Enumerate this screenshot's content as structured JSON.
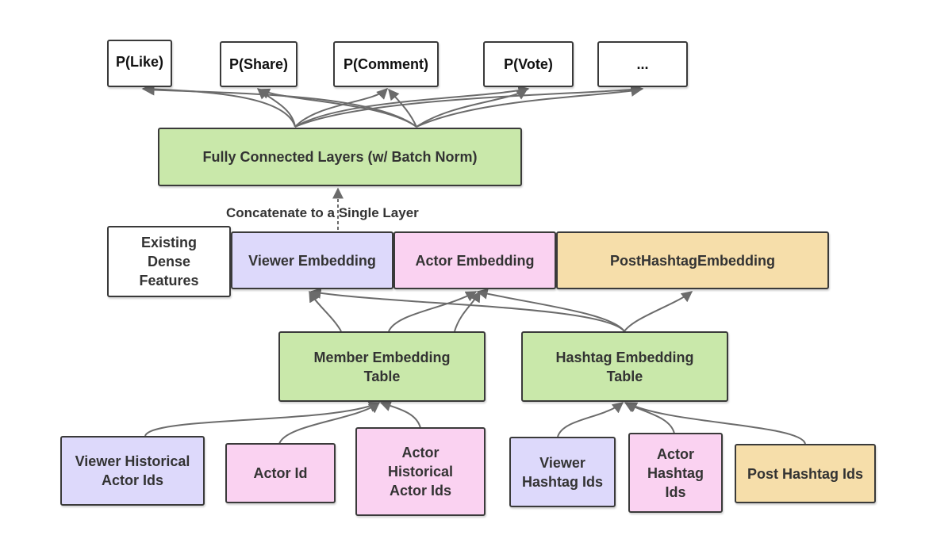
{
  "colors": {
    "green": "#c9e8aa",
    "purple": "#ddd9fb",
    "pink": "#fad2f1",
    "yellow": "#f6deaa",
    "edge": "#6b6b6b"
  },
  "outputs": {
    "like": "P(Like)",
    "share": "P(Share)",
    "comment": "P(Comment)",
    "vote": "P(Vote)",
    "more": "..."
  },
  "fc_layers": "Fully Connected Layers (w/ Batch Norm)",
  "concat_label": "Concatenate to a Single Layer",
  "embeddings": {
    "dense": "Existing\nDense\nFeatures",
    "viewer": "Viewer Embedding",
    "actor": "Actor Embedding",
    "post_hashtag": "PostHashtagEmbedding"
  },
  "tables": {
    "member": "Member  Embedding\nTable",
    "hashtag": "Hashtag Embedding\nTable"
  },
  "inputs": {
    "viewer_hist_actor": "Viewer Historical\nActor Ids",
    "actor_id": "Actor Id",
    "actor_hist_actor": "Actor\nHistorical\nActor Ids",
    "viewer_hashtag": "Viewer\nHashtag Ids",
    "actor_hashtag": "Actor\nHashtag\nIds",
    "post_hashtag": "Post Hashtag Ids"
  }
}
